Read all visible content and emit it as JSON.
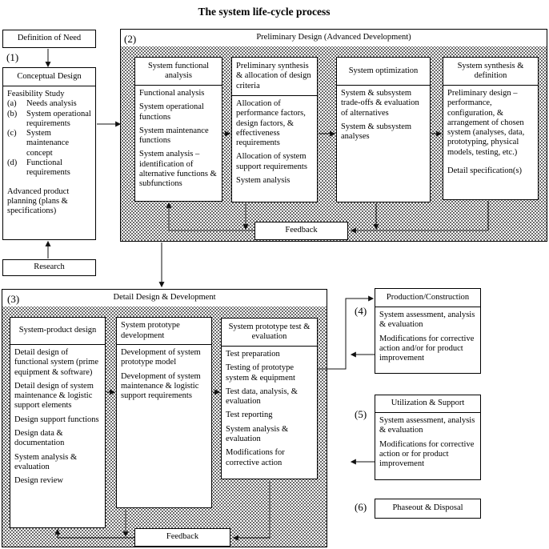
{
  "title": "The system life-cycle process",
  "colors": {
    "ink": "#000000",
    "paper": "#ffffff"
  },
  "left": {
    "definition_of_need": "Definition of Need",
    "label1": "(1)",
    "conceptual": {
      "header": "Conceptual Design",
      "feasibility": "Feasibility Study",
      "items": [
        {
          "marker": "(a)",
          "text": "Needs analysis"
        },
        {
          "marker": "(b)",
          "text": "System operational requirements"
        },
        {
          "marker": "(c)",
          "text": "System maintenance concept"
        },
        {
          "marker": "(d)",
          "text": "Functional requirements"
        }
      ],
      "footer": "Advanced product planning (plans & specifications)"
    },
    "research": "Research"
  },
  "phase2": {
    "label": "(2)",
    "title": "Preliminary Design (Advanced Development)",
    "feedback": "Feedback",
    "boxes": [
      {
        "header": "System functional analysis",
        "items": [
          "Functional analysis",
          "System operational functions",
          "System maintenance functions",
          "System analysis – identification of alternative functions & subfunctions"
        ]
      },
      {
        "header": "Preliminary synthesis & allocation of design criteria",
        "items": [
          "Allocation of performance factors, design factors, & effectiveness requirements",
          "Allocation of system support requirements",
          "System analysis"
        ]
      },
      {
        "header": "System optimization",
        "items": [
          "System & subsystem trade-offs & evaluation of alternatives",
          "System & subsystem analyses"
        ]
      },
      {
        "header": "System synthesis & definition",
        "items": [
          "Preliminary design – performance, configuration, & arrangement of chosen system (analyses, data, prototyping, physical models, testing, etc.)",
          "Detail specification(s)"
        ]
      }
    ]
  },
  "phase3": {
    "label": "(3)",
    "title": "Detail Design & Development",
    "feedback": "Feedback",
    "boxes": [
      {
        "header": "System-product design",
        "items": [
          "Detail design of functional system (prime equipment & software)",
          "Detail design of system maintenance & logistic support elements",
          "Design support functions",
          "Design data & documentation",
          "System analysis & evaluation",
          "Design review"
        ]
      },
      {
        "header": "System prototype development",
        "items": [
          "Development of system prototype model",
          "Development of system maintenance & logistic support requirements"
        ]
      },
      {
        "header": "System prototype test & evaluation",
        "items": [
          "Test preparation",
          "Testing of prototype system & equipment",
          "Test data, analysis, & evaluation",
          "Test reporting",
          "System analysis & evaluation",
          "Modifications for corrective action"
        ]
      }
    ]
  },
  "right": {
    "label4": "(4)",
    "production": {
      "header": "Production/Construction",
      "items": [
        "System assessment, analysis & evaluation",
        "Modifications for corrective action and/or for product improvement"
      ]
    },
    "label5": "(5)",
    "utilization": {
      "header": "Utilization & Support",
      "items": [
        "System assessment, analysis & evaluation",
        "Modifications for corrective action or for product improvement"
      ]
    },
    "label6": "(6)",
    "phaseout": "Phaseout & Disposal"
  }
}
